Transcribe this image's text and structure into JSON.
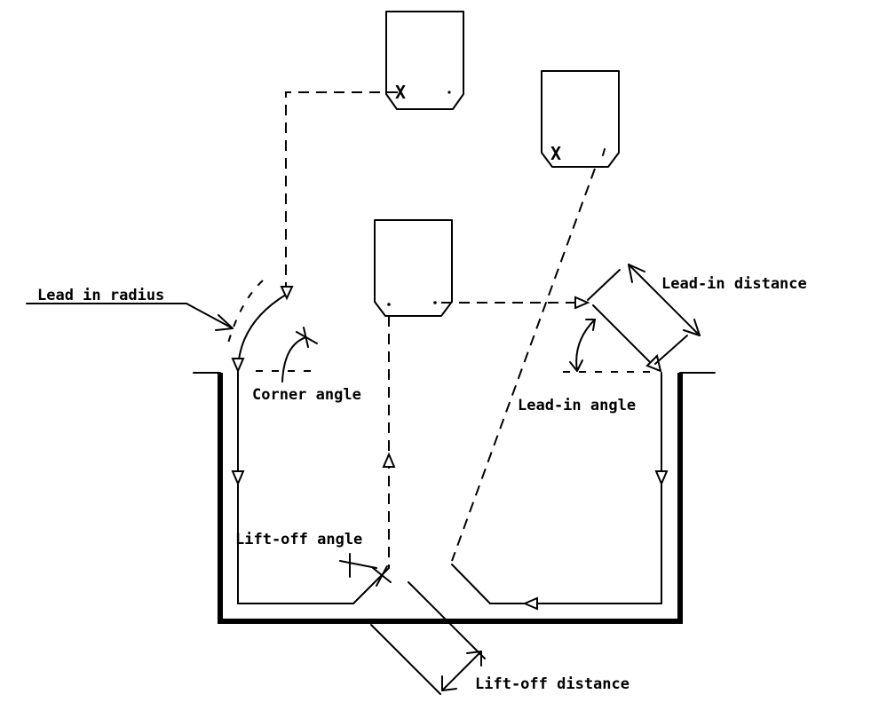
{
  "labels": {
    "lead_in_radius": "Lead in radius",
    "lead_in_distance": "Lead-in distance",
    "corner_angle": "Corner angle",
    "lead_in_angle": "Lead-in angle",
    "lift_off_angle": "Lift-off angle",
    "lift_off_distance": "Lift-off distance"
  },
  "tool_marks": {
    "tool_1": "X",
    "tool_2": "X"
  },
  "colors": {
    "ink": "#000000",
    "background": "#ffffff"
  }
}
